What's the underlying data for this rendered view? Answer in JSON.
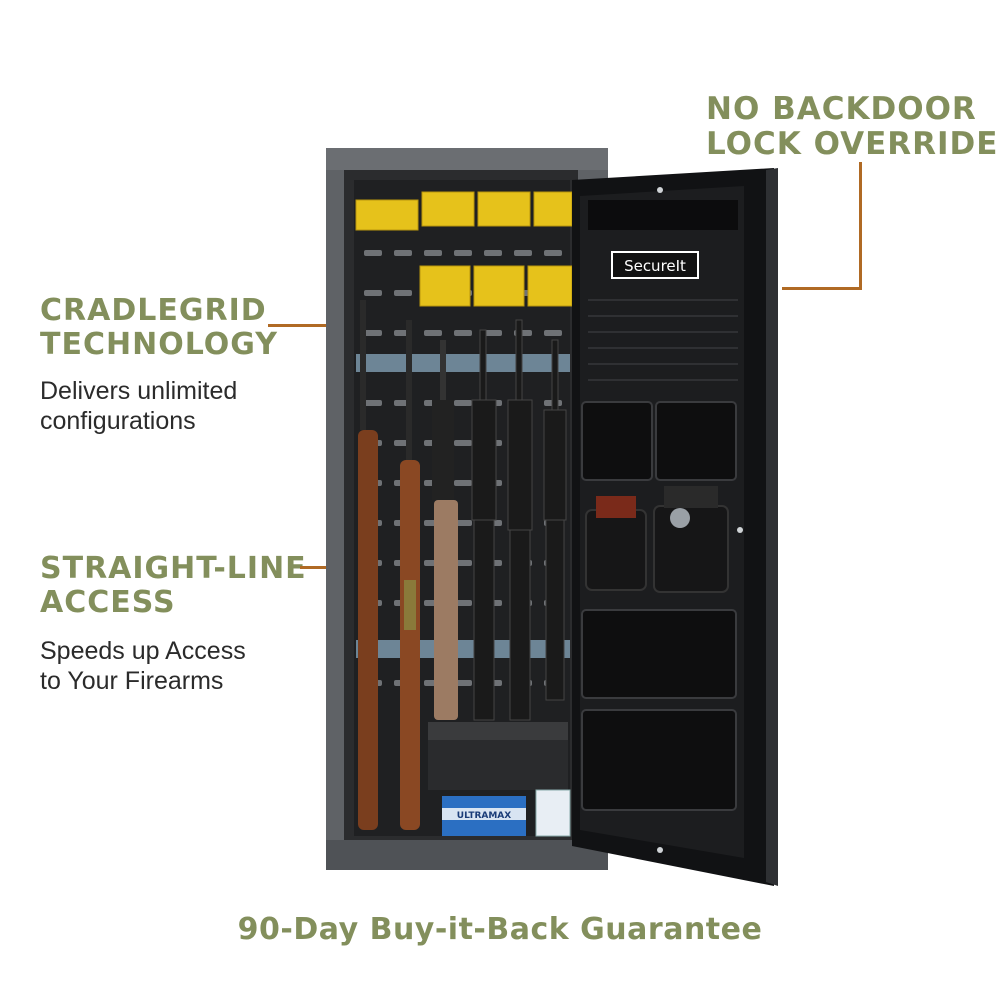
{
  "brand": {
    "logo_text": "SecureIt",
    "accent_color": "#838f5c",
    "callout_line_color": "#b06a24"
  },
  "callouts": {
    "no_backdoor": {
      "title_lines": [
        "NO BACKDOOR",
        "LOCK OVERRIDE"
      ]
    },
    "cradlegrid": {
      "title_lines": [
        "CRADLEGRID",
        "TECHNOLOGY"
      ],
      "desc_lines": [
        "Delivers unlimited",
        "configurations"
      ]
    },
    "straight_line": {
      "title_lines": [
        "STRAIGHT-LINE",
        "ACCESS"
      ],
      "desc_lines": [
        "Speeds up Access",
        "to Your Firearms"
      ]
    }
  },
  "product": {
    "ammo_box_label": "ULTRAMAX"
  },
  "footer": {
    "guarantee": "90-Day Buy-it-Back Guarantee"
  }
}
